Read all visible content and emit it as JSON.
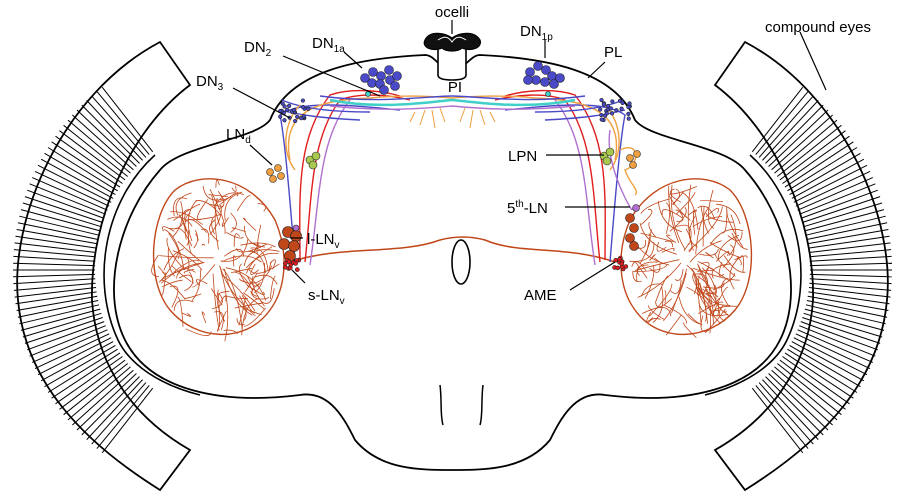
{
  "labels": {
    "ocelli": "ocelli",
    "compound_eyes": "compound eyes",
    "dn1a": {
      "main": "DN",
      "sub": "1a"
    },
    "dn1p": {
      "main": "DN",
      "sub": "1p"
    },
    "dn2": {
      "main": "DN",
      "sub": "2"
    },
    "dn3": {
      "main": "DN",
      "sub": "3"
    },
    "pl": "PL",
    "pi": "PI",
    "lnd": {
      "main": "LN",
      "sub": "d"
    },
    "lpn": "LPN",
    "fifth_ln": {
      "main": "5",
      "sup": "th",
      "rest": "-LN"
    },
    "l_lnv": {
      "main": "l-LN",
      "sub": "v"
    },
    "s_lnv": {
      "main": "s-LN",
      "sub": "v"
    },
    "ame": "AME"
  },
  "colors": {
    "outline": "#000000",
    "optic_lobe": "#c0471a",
    "lnv_red": "#e01e1e",
    "dn_blue": "#4a4ac8",
    "lnd_orange": "#f0a040",
    "lpn_green": "#a8c850",
    "purple": "#b070d0",
    "cyan": "#40d0c8"
  }
}
